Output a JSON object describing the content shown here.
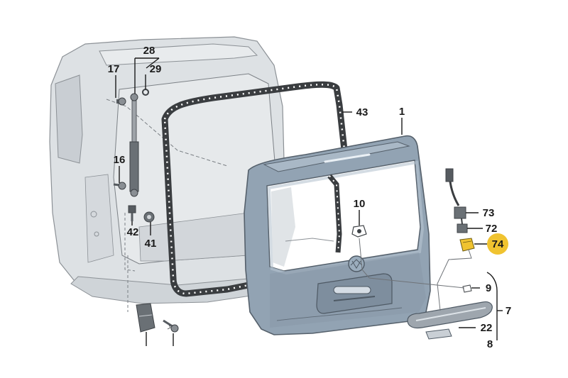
{
  "diagram": {
    "callouts": [
      {
        "id": "p28",
        "text": "28"
      },
      {
        "id": "p17",
        "text": "17"
      },
      {
        "id": "p29",
        "text": "29"
      },
      {
        "id": "p43",
        "text": "43"
      },
      {
        "id": "p1",
        "text": "1"
      },
      {
        "id": "p16",
        "text": "16"
      },
      {
        "id": "p10",
        "text": "10"
      },
      {
        "id": "p73",
        "text": "73"
      },
      {
        "id": "p72",
        "text": "72"
      },
      {
        "id": "p74",
        "text": "74"
      },
      {
        "id": "p42",
        "text": "42"
      },
      {
        "id": "p41",
        "text": "41"
      },
      {
        "id": "p9",
        "text": "9"
      },
      {
        "id": "p7",
        "text": "7"
      },
      {
        "id": "p22",
        "text": "22"
      },
      {
        "id": "p8",
        "text": "8"
      }
    ],
    "colors": {
      "body_fill": "#dde1e4",
      "body_stroke": "#8c9196",
      "tailgate_fill": "#92a3b3",
      "tailgate_stroke": "#55606b",
      "seal": "#3a3d40",
      "highlight": "#f0c330",
      "line": "#1a1a1a"
    }
  }
}
